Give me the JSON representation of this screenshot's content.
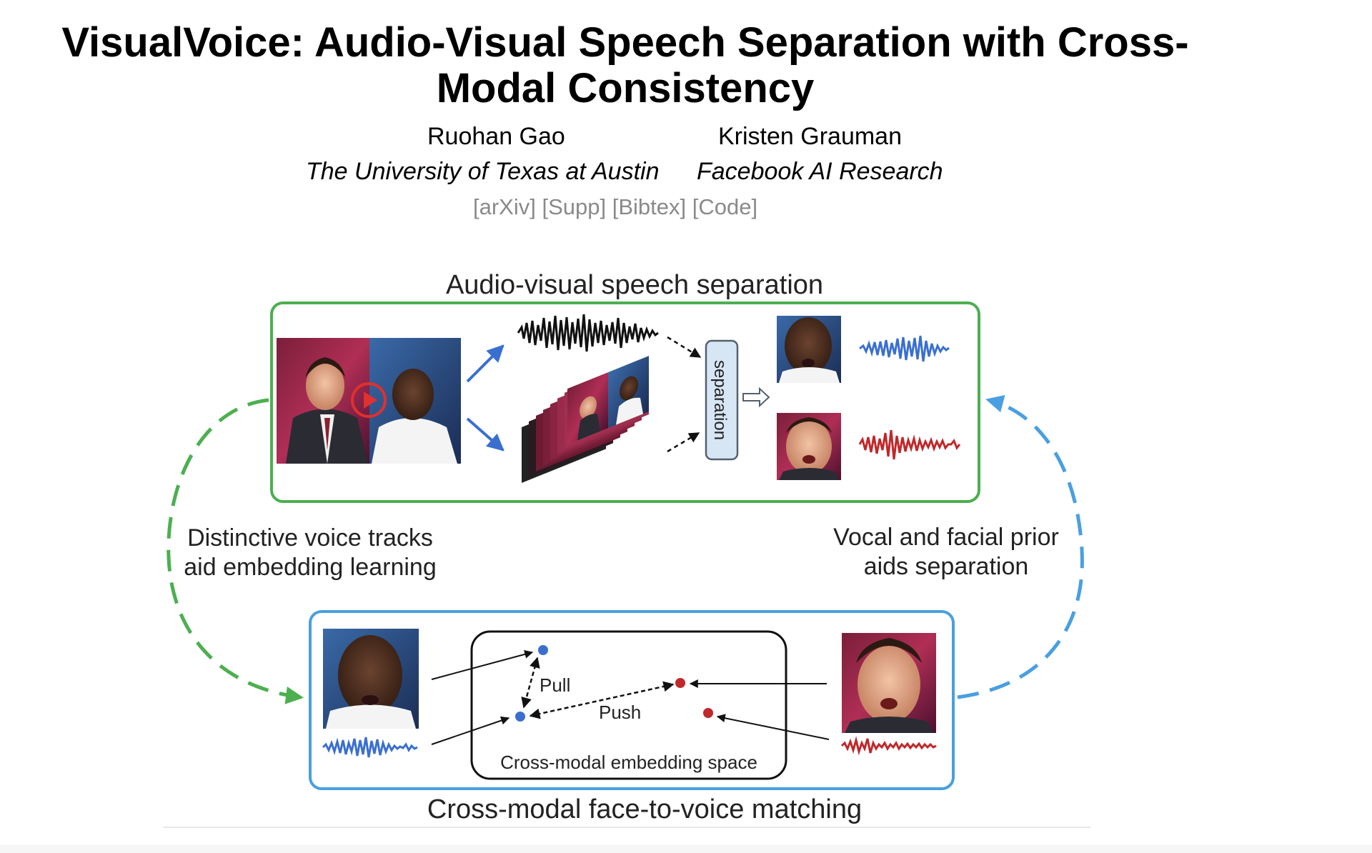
{
  "paper": {
    "title_line1": "VisualVoice: Audio-Visual Speech Separation with Cross-",
    "title_line2": "Modal Consistency",
    "authors": [
      {
        "name": "Ruohan Gao",
        "affiliation": "The University of Texas at Austin"
      },
      {
        "name": "Kristen Grauman",
        "affiliation": "Facebook AI Research"
      }
    ],
    "links": [
      "[arXiv]",
      "[Supp]",
      "[Bibtex]",
      "[Code]"
    ]
  },
  "figure": {
    "top_caption": "Audio-visual speech separation",
    "separation_label": "separation",
    "left_text_line1": "Distinctive voice tracks",
    "left_text_line2": "aid embedding learning",
    "right_text_line1": "Vocal and facial prior",
    "right_text_line2": "aids separation",
    "pull_label": "Pull",
    "push_label": "Push",
    "embedding_space_label": "Cross-modal embedding space",
    "bottom_caption": "Cross-modal face-to-voice matching",
    "colors": {
      "green": "#4caf50",
      "blue": "#4a9fe0",
      "voice_blue": "#3a6fd0",
      "voice_red": "#c0282a",
      "separation_box": "#d7e6f5"
    }
  }
}
